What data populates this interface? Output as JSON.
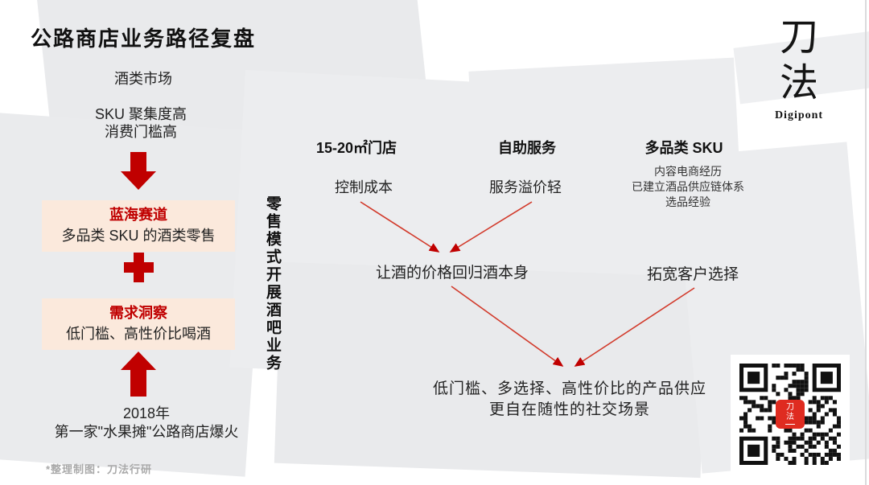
{
  "title": "公路商店业务路径复盘",
  "left_flow": {
    "market": "酒类市场",
    "traits_line1": "SKU 聚集度高",
    "traits_line2": "消费门槛高",
    "box1": {
      "heading": "蓝海赛道",
      "body": "多品类 SKU 的酒类零售"
    },
    "box2": {
      "heading": "需求洞察",
      "body": "低门槛、高性价比喝酒"
    },
    "origin_line1": "2018年",
    "origin_line2": "第一家\"水果摊\"公路商店爆火"
  },
  "pivot_label": "零售模式开展酒吧业务",
  "columns": [
    {
      "title": "15-20㎡门店",
      "lines": [
        "控制成本"
      ]
    },
    {
      "title": "自助服务",
      "lines": [
        "服务溢价轻"
      ]
    },
    {
      "title": "多品类 SKU",
      "lines": [
        "内容电商经历",
        "已建立酒品供应链体系",
        "选品经验"
      ]
    }
  ],
  "mid_outcomes": {
    "price": "让酒的价格回归酒本身",
    "choice": "拓宽客户选择"
  },
  "final_outcome": {
    "line1": "低门槛、多选择、高性价比的产品供应",
    "line2": "更自在随性的社交场景"
  },
  "brand": {
    "name_char1": "刀",
    "name_char2": "法",
    "subtitle": "Digipont",
    "qr_char1": "刀",
    "qr_char2": "法"
  },
  "footer_note": "*整理制图：刀法行研",
  "colors": {
    "accent_red": "#C00000",
    "arrow_red": "#D23A2B",
    "box_bg": "#FBE9DC",
    "shape_gray": "#E9EAEC",
    "footer_gray": "#A9A9A9",
    "qr_logo_red": "#DF2B20"
  }
}
